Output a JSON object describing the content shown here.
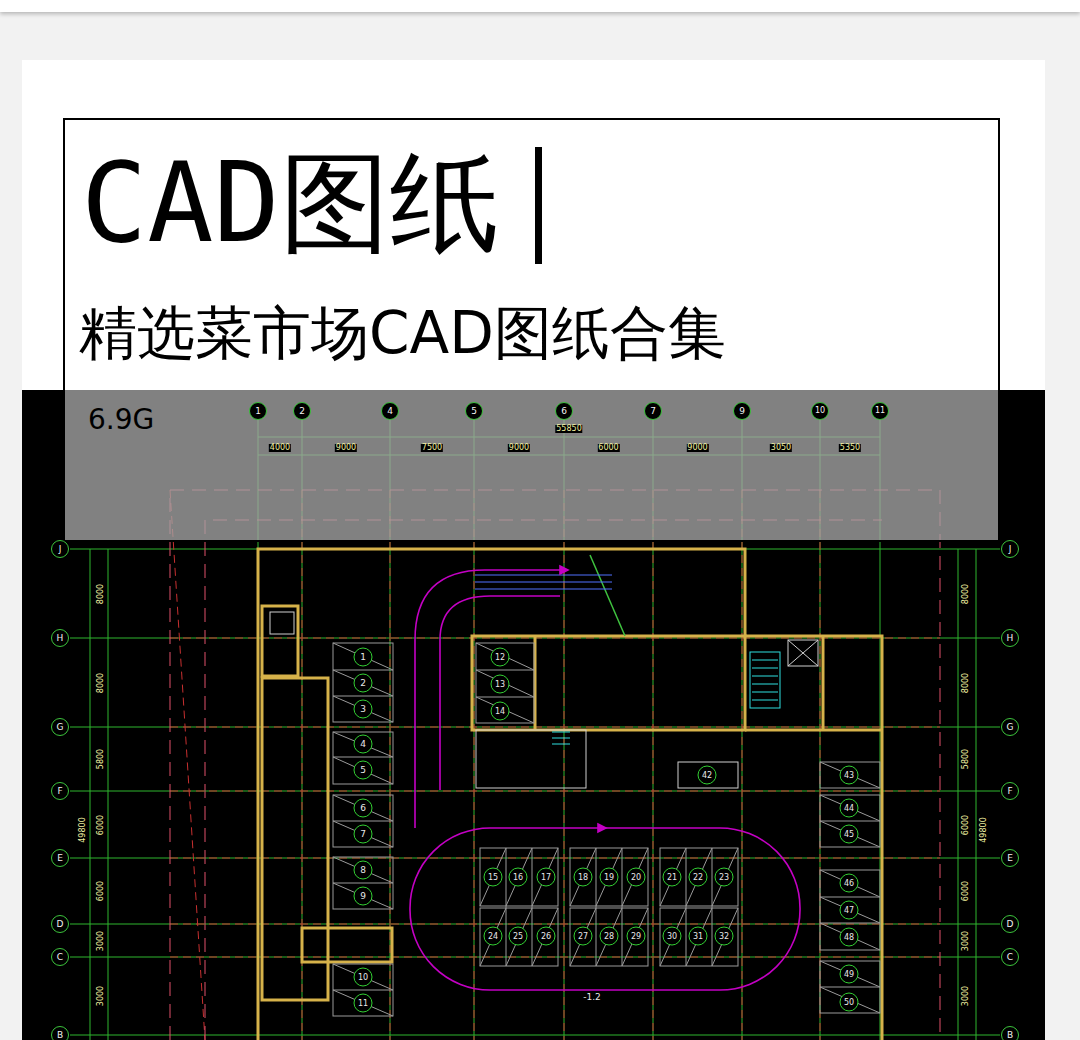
{
  "diagram": {
    "nodes": [
      {
        "text": [
          "CAD图纸",
          "精选菜市场CAD图纸合集"
        ]
      },
      {
        "text": [
          "6.9G"
        ]
      }
    ],
    "labels": [
      "1",
      "2",
      "4",
      "5",
      "6",
      "7",
      "9",
      "10",
      "11",
      "55850",
      "4000",
      "9000",
      "7500",
      "9000",
      "6000",
      "9000",
      "3050",
      "5350",
      "J",
      "H",
      "G",
      "F",
      "E",
      "D",
      "C",
      "B",
      "8000",
      "8000",
      "5800",
      "6000",
      "6000",
      "3000",
      "3000",
      "49800",
      "J",
      "H",
      "G",
      "F",
      "E",
      "D",
      "C",
      "B",
      "8000",
      "8000",
      "5800",
      "6000",
      "6000",
      "3000",
      "3000",
      "49800",
      "1",
      "2",
      "3",
      "4",
      "5",
      "6",
      "7",
      "8",
      "9",
      "10",
      "11",
      "12",
      "13",
      "14",
      "15",
      "16",
      "17",
      "18",
      "19",
      "20",
      "21",
      "22",
      "23",
      "24",
      "25",
      "26",
      "27",
      "28",
      "29",
      "30",
      "31",
      "32",
      "42",
      "43",
      "44",
      "45",
      "46",
      "47",
      "48",
      "49",
      "50",
      "-1.2"
    ]
  }
}
